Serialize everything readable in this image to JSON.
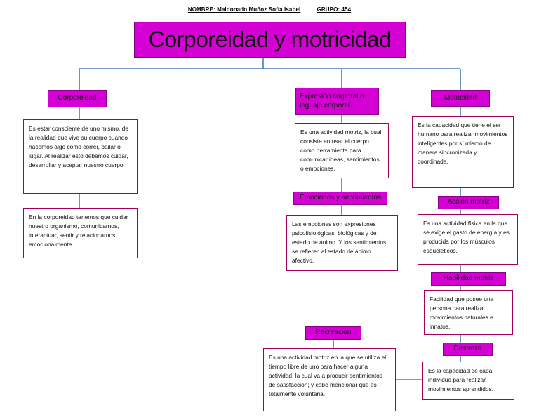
{
  "header": {
    "nombre": "NOMBRE: Maldonado Muñoz Sofía Isabel",
    "grupo": "GRUPO: 454"
  },
  "title": "Corporeidad y motricidad",
  "tags": {
    "corporeidad": "Corporeidad",
    "expresion": "Expresión corporal o leguaje corporal",
    "motricidad": "Motricidad",
    "emociones": "Emociones y sentimientos",
    "accion": "Acción motriz",
    "habilidad": "Habilidad motriz",
    "recreacion": "Recreación",
    "destreza": "Destreza"
  },
  "boxes": {
    "corporeidad_def": "Es estar consciente de uno mismo, de la realidad que vive su cuerpo cuando hacemos algo como correr, bailar o jugar. Al realizar esto debemos cuidar, desarrollar y aceptar nuestro cuerpo.",
    "corporeidad_cuidado": "En la corporeidad tenemos que cuidar nuestro organismo, comunicarnos, interactuar, sentir y relacionarnos emocionalmente.",
    "expresion_def": "Es una actividad motriz, la cual, consiste en usar el cuerpo como herramienta para comunicar ideas, sentimientos o emociones.",
    "emociones_def": "Las emociones son expresiones psicofisiológicas, biológicas y de estado de ánimo. Y los sentimientos se refieren al estado de ánimo afectivo.",
    "motricidad_def": "Es la capacidad que tiene el ser humano para realizar movimientos inteligentes por sí mismo de manera sincronizada y coordinada.",
    "accion_def": "Es una actividad física en la que se exige el gasto de energía y es producida por los músculos esqueléticos.",
    "habilidad_def": "Facilidad que posee una persona para realizar movimientos naturales e innatos.",
    "recreacion_def": "Es una actividad motriz en la que se utiliza el tiempo libre de uno para hacer alguna actividad, la cual va a producir sentimientos de satisfacción; y cabe mencionar que es totalmente voluntaria.",
    "destreza_def": "Es la capacidad de cada individuo para realizar movimientos aprendidos."
  },
  "colors": {
    "accent": "#d400d4",
    "connector": "#4a78b8",
    "box_border": "#a4005a"
  }
}
